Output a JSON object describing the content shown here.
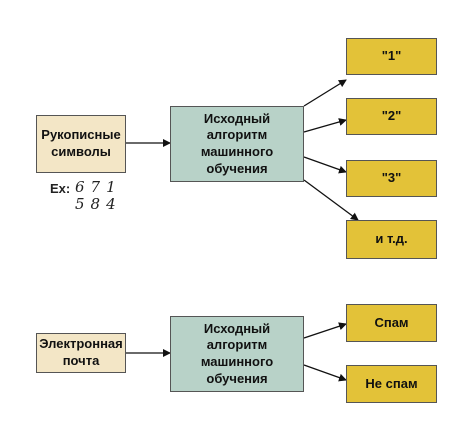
{
  "top": {
    "input_line1": "Рукописные",
    "input_line2": "символы",
    "algo_lines": [
      "Исходный",
      "алгоритм",
      "машинного",
      "обучения"
    ],
    "outputs": [
      "\"1\"",
      "\"2\"",
      "\"3\"",
      "и т.д."
    ],
    "example_label": "Ex:",
    "example_row1": "671",
    "example_row2": "584"
  },
  "bottom": {
    "input_line1": "Электронная",
    "input_line2": "почта",
    "algo_lines": [
      "Исходный",
      "алгоритм",
      "машинного",
      "обучения"
    ],
    "outputs": [
      "Спам",
      "Не спам"
    ]
  },
  "colors": {
    "input_fill": "#f3e6c6",
    "algo_fill": "#b8d2c8",
    "output_fill": "#e3c238",
    "arrow": "#111111"
  }
}
